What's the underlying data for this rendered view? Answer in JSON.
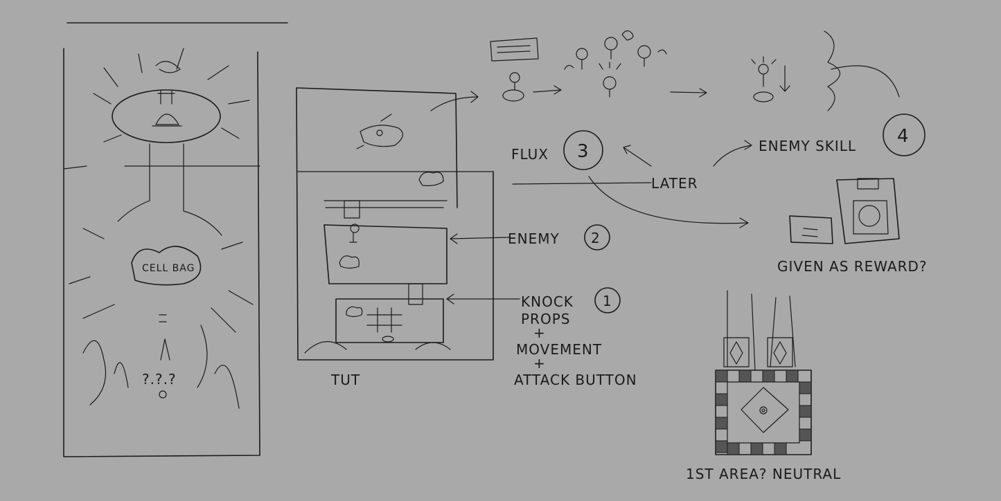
{
  "notes": {
    "tut": "TUT",
    "enemy": "ENEMY",
    "enemy_num": "2",
    "knock_props": "KNOCK",
    "knock_num": "1",
    "props": "PROPS",
    "plus1": "+",
    "movement": "MOVEMENT",
    "plus2": "+",
    "attack_button": "ATTACK BUTTON",
    "flux": "FLUX",
    "flux_num": "3",
    "later": "LATER",
    "enemy_skill": "ENEMY SKILL",
    "enemy_skill_num": "4",
    "given_as_reward": "GIVEN AS REWARD?",
    "first_area": "1ST AREA? NEUTRAL",
    "question_marks": "?.?.?",
    "scribble_label": "CELL BAG"
  }
}
